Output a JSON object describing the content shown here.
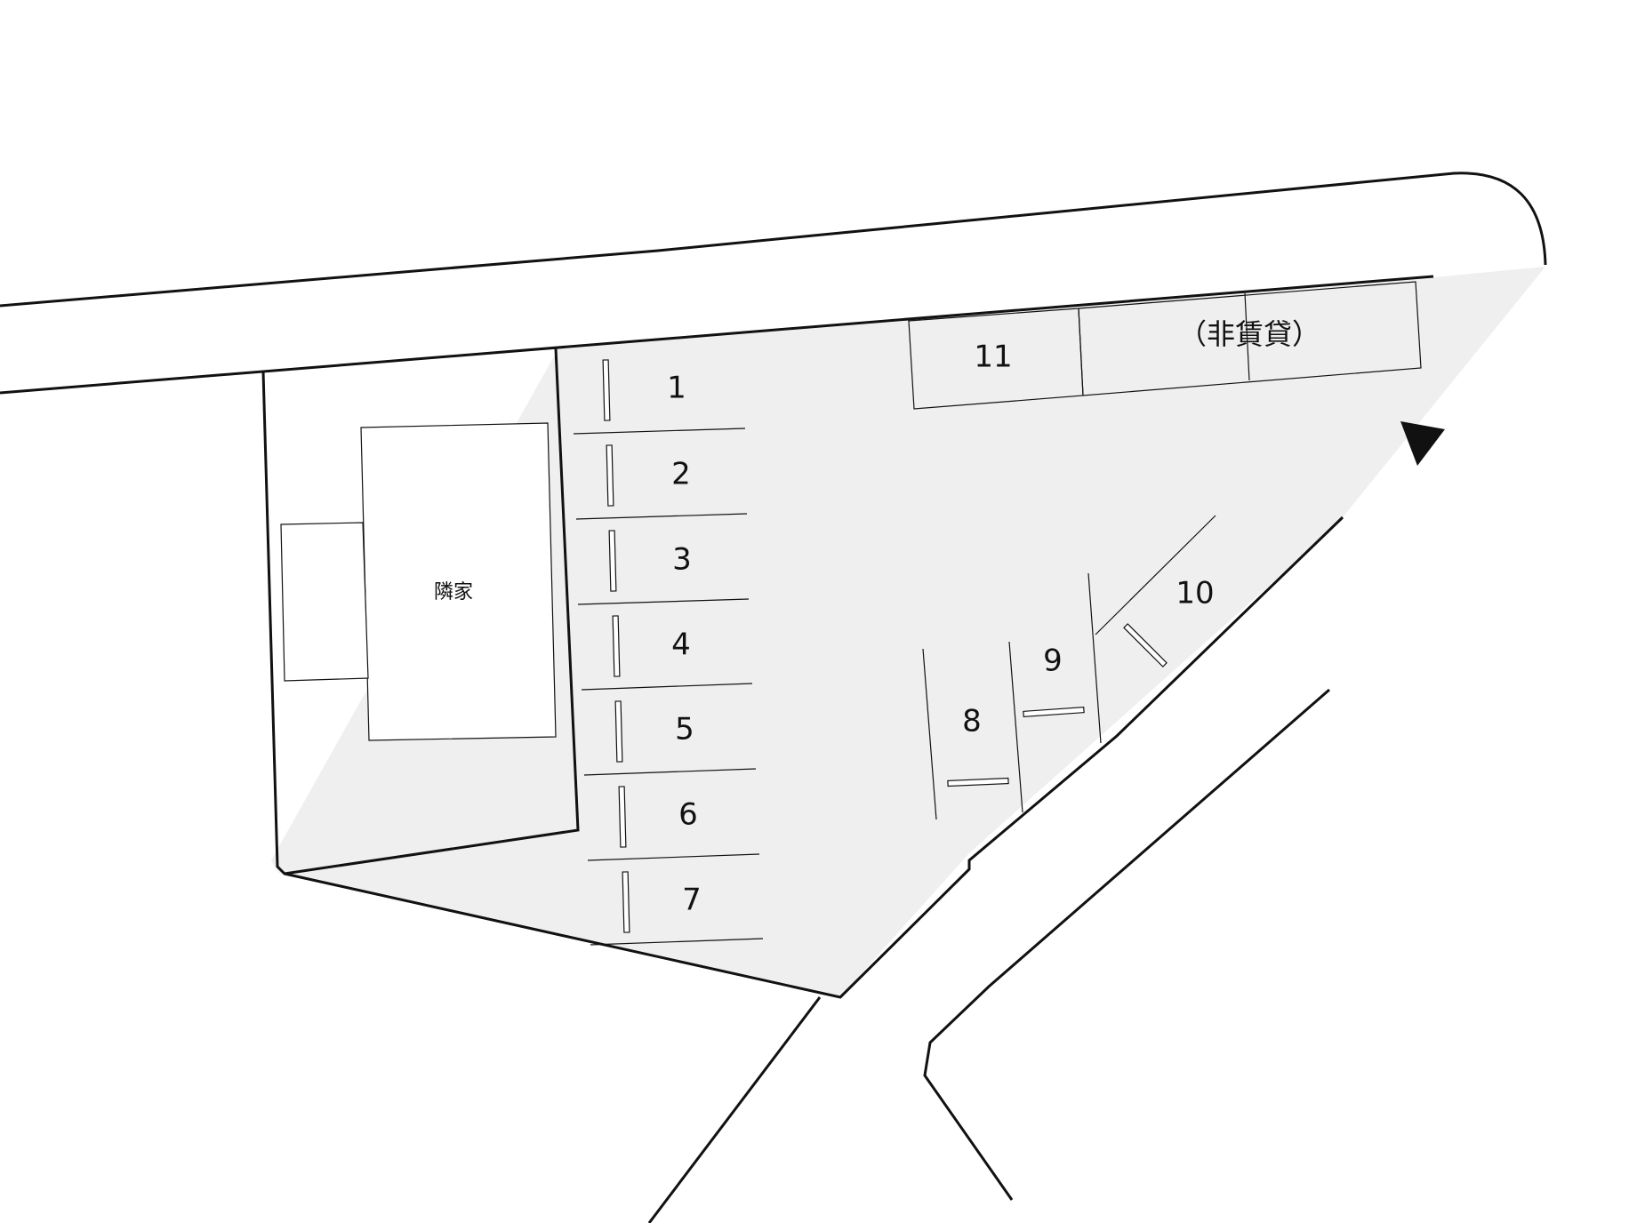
{
  "map": {
    "neighbor_house_label": "隣家",
    "non_rental_label": "（非賃貸）",
    "entrance_marker": "arrow-triangle",
    "colors": {
      "lot_fill": "#efefef",
      "line": "#111111",
      "background": "#ffffff"
    },
    "spaces": [
      {
        "id": "1",
        "label": "1"
      },
      {
        "id": "2",
        "label": "2"
      },
      {
        "id": "3",
        "label": "3"
      },
      {
        "id": "4",
        "label": "4"
      },
      {
        "id": "5",
        "label": "5"
      },
      {
        "id": "6",
        "label": "6"
      },
      {
        "id": "7",
        "label": "7"
      },
      {
        "id": "8",
        "label": "8"
      },
      {
        "id": "9",
        "label": "9"
      },
      {
        "id": "10",
        "label": "10"
      },
      {
        "id": "11",
        "label": "11"
      }
    ]
  }
}
